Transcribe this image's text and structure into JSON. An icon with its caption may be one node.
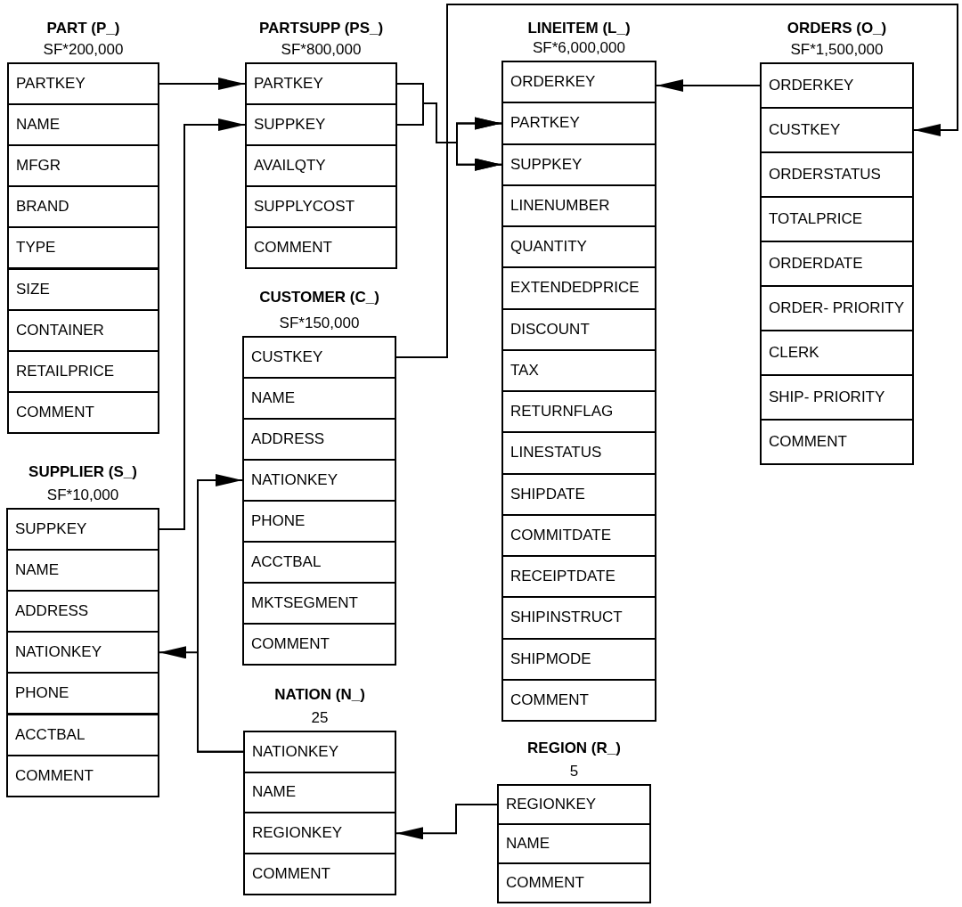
{
  "diagram": {
    "nodes": [
      {
        "text": [
          "PART (P_)"
        ],
        "beside": [
          "SF*200,000"
        ]
      },
      {
        "text": [
          "PARTKEY"
        ],
        "in": 0
      },
      {
        "text": [
          "NAME"
        ],
        "in": 0
      },
      {
        "text": [
          "MFGR"
        ],
        "in": 0
      },
      {
        "text": [
          "BRAND"
        ],
        "in": 0
      },
      {
        "text": [
          "TYPE"
        ],
        "in": 0
      },
      {
        "text": [
          "SIZE"
        ],
        "in": 0
      },
      {
        "text": [
          "CONTAINER"
        ],
        "in": 0
      },
      {
        "text": [
          "RETAILPRICE"
        ],
        "in": 0
      },
      {
        "text": [
          "COMMENT"
        ],
        "in": 0
      },
      {
        "text": [
          "PARTSUPP (PS_)"
        ],
        "beside": [
          "SF*800,000"
        ]
      },
      {
        "text": [
          "PARTKEY"
        ],
        "in": 10
      },
      {
        "text": [
          "SUPPKEY"
        ],
        "in": 10
      },
      {
        "text": [
          "AVAILQTY"
        ],
        "in": 10
      },
      {
        "text": [
          "SUPPLYCOST"
        ],
        "in": 10
      },
      {
        "text": [
          "COMMENT"
        ],
        "in": 10
      },
      {
        "text": [
          "LINEITEM (L_)"
        ],
        "beside": [
          "SF*6,000,000"
        ]
      },
      {
        "text": [
          "ORDERKEY"
        ],
        "in": 16
      },
      {
        "text": [
          "PARTKEY"
        ],
        "in": 16
      },
      {
        "text": [
          "SUPPKEY"
        ],
        "in": 16
      },
      {
        "text": [
          "LINENUMBER"
        ],
        "in": 16
      },
      {
        "text": [
          "QUANTITY"
        ],
        "in": 16
      },
      {
        "text": [
          "EXTENDEDPRICE"
        ],
        "in": 16
      },
      {
        "text": [
          "DISCOUNT"
        ],
        "in": 16
      },
      {
        "text": [
          "TAX"
        ],
        "in": 16
      },
      {
        "text": [
          "RETURNFLAG"
        ],
        "in": 16
      },
      {
        "text": [
          "LINESTATUS"
        ],
        "in": 16
      },
      {
        "text": [
          "SHIPDATE"
        ],
        "in": 16
      },
      {
        "text": [
          "COMMITDATE"
        ],
        "in": 16
      },
      {
        "text": [
          "RECEIPTDATE"
        ],
        "in": 16
      },
      {
        "text": [
          "SHIPINSTRUCT"
        ],
        "in": 16
      },
      {
        "text": [
          "SHIPMODE"
        ],
        "in": 16
      },
      {
        "text": [
          "COMMENT"
        ],
        "in": 16
      },
      {
        "text": [
          "ORDERS (O_)"
        ],
        "beside": [
          "SF*1,500,000"
        ]
      },
      {
        "text": [
          "ORDERKEY"
        ],
        "in": 33
      },
      {
        "text": [
          "CUSTKEY"
        ],
        "in": 33
      },
      {
        "text": [
          "ORDERSTATUS"
        ],
        "in": 33
      },
      {
        "text": [
          "TOTALPRICE"
        ],
        "in": 33
      },
      {
        "text": [
          "ORDERDATE"
        ],
        "in": 33
      },
      {
        "text": [
          "ORDER- PRIORITY"
        ],
        "in": 33
      },
      {
        "text": [
          "CLERK"
        ],
        "in": 33
      },
      {
        "text": [
          "SHIP- PRIORITY"
        ],
        "in": 33
      },
      {
        "text": [
          "COMMENT"
        ],
        "in": 33
      },
      {
        "text": [
          "CUSTOMER (C_)"
        ],
        "beside": [
          "SF*150,000"
        ]
      },
      {
        "text": [
          "CUSTKEY"
        ],
        "in": 43
      },
      {
        "text": [
          "NAME"
        ],
        "in": 43
      },
      {
        "text": [
          "ADDRESS"
        ],
        "in": 43
      },
      {
        "text": [
          "NATIONKEY"
        ],
        "in": 43
      },
      {
        "text": [
          "PHONE"
        ],
        "in": 43
      },
      {
        "text": [
          "ACCTBAL"
        ],
        "in": 43
      },
      {
        "text": [
          "MKTSEGMENT"
        ],
        "in": 43
      },
      {
        "text": [
          "COMMENT"
        ],
        "in": 43
      },
      {
        "text": [
          "SUPPLIER (S_)"
        ],
        "beside": [
          "SF*10,000"
        ]
      },
      {
        "text": [
          "SUPPKEY"
        ],
        "in": 52
      },
      {
        "text": [
          "NAME"
        ],
        "in": 52
      },
      {
        "text": [
          "ADDRESS"
        ],
        "in": 52
      },
      {
        "text": [
          "NATIONKEY"
        ],
        "in": 52
      },
      {
        "text": [
          "PHONE"
        ],
        "in": 52
      },
      {
        "text": [
          "ACCTBAL"
        ],
        "in": 52
      },
      {
        "text": [
          "COMMENT"
        ],
        "in": 52
      },
      {
        "text": [
          "NATION (N_)"
        ],
        "beside": [
          "25"
        ]
      },
      {
        "text": [
          "NATIONKEY"
        ],
        "in": 60
      },
      {
        "text": [
          "NAME"
        ],
        "in": 60
      },
      {
        "text": [
          "REGIONKEY"
        ],
        "in": 60
      },
      {
        "text": [
          "COMMENT"
        ],
        "in": 60
      },
      {
        "text": [
          "REGION (R_)"
        ],
        "beside": [
          "5"
        ]
      },
      {
        "text": [
          "REGIONKEY"
        ],
        "in": 65
      },
      {
        "text": [
          "NAME"
        ],
        "in": 65
      },
      {
        "text": [
          "COMMENT"
        ],
        "in": 65
      }
    ],
    "edges": [
      {
        "from": 1,
        "to": 11,
        "arrow": "to"
      },
      {
        "from": 53,
        "to": 12,
        "arrow": "to"
      },
      {
        "from": 11,
        "to": 18,
        "arrow": "to"
      },
      {
        "from": 11,
        "to": 19,
        "arrow": "to"
      },
      {
        "from": 12,
        "to": 18,
        "arrow": "to"
      },
      {
        "from": 12,
        "to": 19,
        "arrow": "to"
      },
      {
        "from": 34,
        "to": 17,
        "arrow": "to"
      },
      {
        "from": 44,
        "to": 35,
        "arrow": "to"
      },
      {
        "from": 61,
        "to": 47,
        "arrow": "to"
      },
      {
        "from": 61,
        "to": 56,
        "arrow": "to"
      },
      {
        "from": 66,
        "to": 63,
        "arrow": "to"
      }
    ]
  }
}
